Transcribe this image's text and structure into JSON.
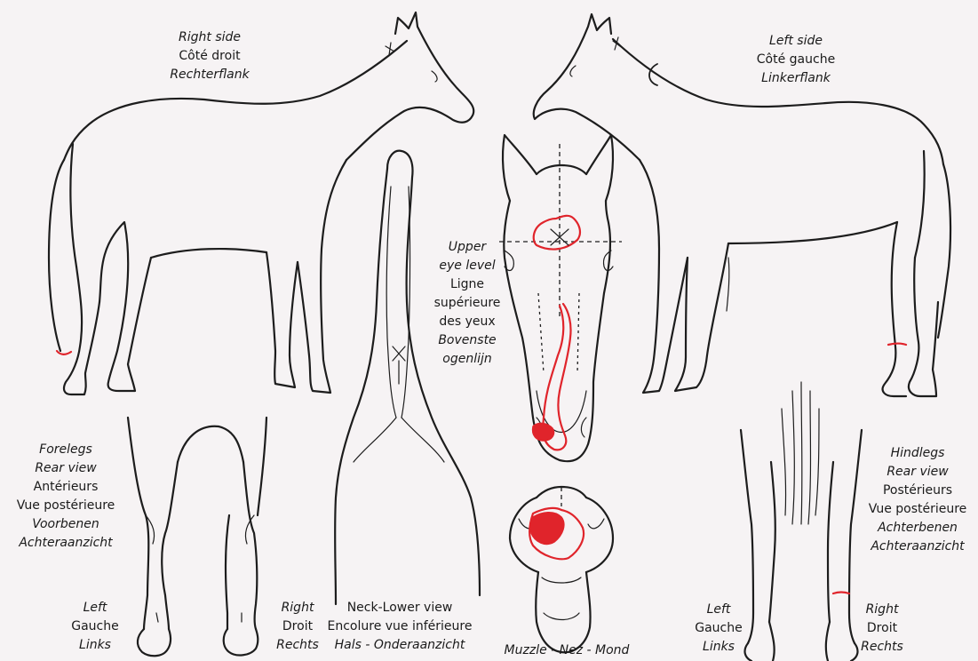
{
  "labels": {
    "right_side": {
      "en": "Right side",
      "fr": "Côté droit",
      "nl": "Rechterflank"
    },
    "left_side": {
      "en": "Left side",
      "fr": "Côté gauche",
      "nl": "Linkerflank"
    },
    "upper_eye_level": {
      "en1": "Upper",
      "en2": "eye level",
      "fr1": "Ligne",
      "fr2": "supérieure",
      "fr3": "des yeux",
      "nl1": "Bovenste",
      "nl2": "ogenlijn"
    },
    "forelegs": {
      "en1": "Forelegs",
      "en2": "Rear view",
      "fr1": "Antérieurs",
      "fr2": "Vue postérieure",
      "nl1": "Voorbenen",
      "nl2": "Achteraanzicht"
    },
    "hindlegs": {
      "en1": "Hindlegs",
      "en2": "Rear view",
      "fr1": "Postérieurs",
      "fr2": "Vue postérieure",
      "nl1": "Achterbenen",
      "nl2": "Achteraanzicht"
    },
    "fore_left": {
      "en": "Left",
      "fr": "Gauche",
      "nl": "Links"
    },
    "fore_right": {
      "en": "Right",
      "fr": "Droit",
      "nl": "Rechts"
    },
    "hind_left": {
      "en": "Left",
      "fr": "Gauche",
      "nl": "Links"
    },
    "hind_right": {
      "en": "Right",
      "fr": "Droit",
      "nl": "Rechts"
    },
    "neck": {
      "en": "Neck-Lower view",
      "fr": "Encolure vue inférieure",
      "nl_a": "Hals - ",
      "nl_b": "Onderaanzicht"
    },
    "muzzle": {
      "text": "Muzzle - Nez - Mond"
    }
  },
  "colors": {
    "ink": "#1d1d1d",
    "marking_red": "#e0242b",
    "paper": "#f6f3f4"
  }
}
